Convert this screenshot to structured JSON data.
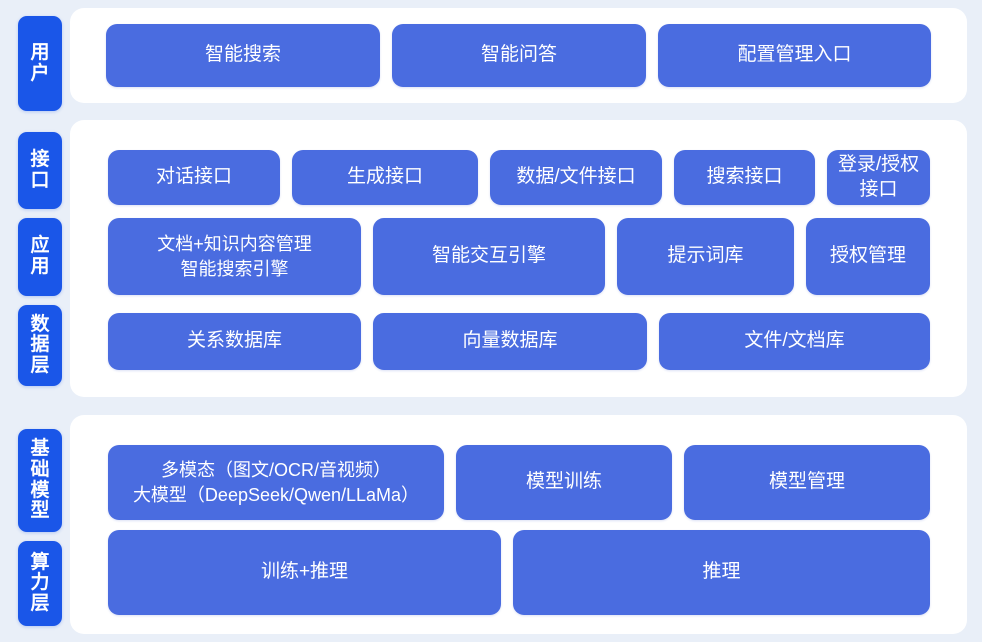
{
  "theme": {
    "page_background": "#e9eff8",
    "card_background": "#ffffff",
    "tab_color": "#1a56e8",
    "box_color": "#4a6ce0",
    "text_color": "#ffffff"
  },
  "sections": [
    {
      "id": "user",
      "tabs": [
        {
          "label": "用户"
        }
      ],
      "rows": [
        {
          "boxes": [
            {
              "label": "智能搜索"
            },
            {
              "label": "智能问答"
            },
            {
              "label": "配置管理入口"
            }
          ]
        }
      ]
    },
    {
      "id": "middle",
      "tabs": [
        {
          "label": "接口"
        },
        {
          "label": "应用"
        },
        {
          "label": "数据层"
        }
      ],
      "rows": [
        {
          "boxes": [
            {
              "label": "对话接口"
            },
            {
              "label": "生成接口"
            },
            {
              "label": "数据/文件接口"
            },
            {
              "label": "搜索接口"
            },
            {
              "label": "登录/授权接口"
            }
          ]
        },
        {
          "boxes": [
            {
              "label": "文档+知识内容管理\n智能搜索引擎",
              "two_line": true
            },
            {
              "label": "智能交互引擎"
            },
            {
              "label": "提示词库"
            },
            {
              "label": "授权管理"
            }
          ]
        },
        {
          "boxes": [
            {
              "label": "关系数据库"
            },
            {
              "label": "向量数据库"
            },
            {
              "label": "文件/文档库"
            }
          ]
        }
      ]
    },
    {
      "id": "base",
      "tabs": [
        {
          "label": "基础模型"
        },
        {
          "label": "算力层"
        }
      ],
      "rows": [
        {
          "boxes": [
            {
              "label": "多模态（图文/OCR/音视频）\n大模型（DeepSeek/Qwen/LLaMa）",
              "two_line": true
            },
            {
              "label": "模型训练"
            },
            {
              "label": "模型管理"
            }
          ]
        },
        {
          "boxes": [
            {
              "label": "训练+推理"
            },
            {
              "label": "推理"
            }
          ]
        }
      ]
    }
  ]
}
